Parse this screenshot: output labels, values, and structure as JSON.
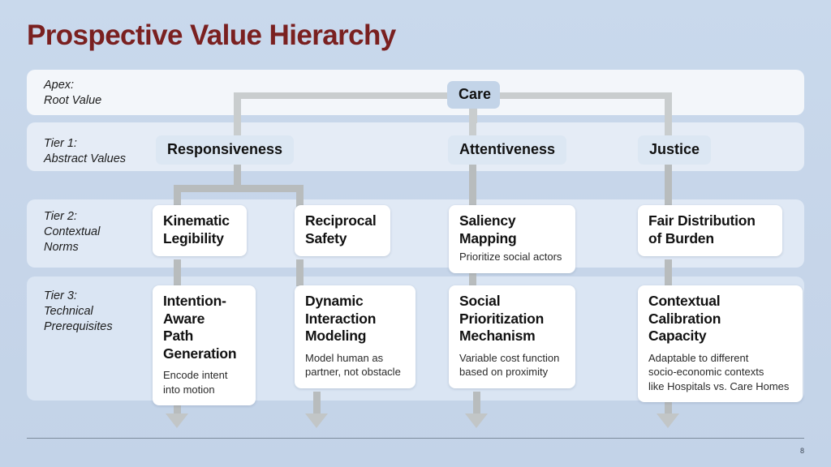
{
  "slide": {
    "title": "Prospective Value Hierarchy",
    "page_number": "8",
    "accent_title_color": "#7a2020",
    "background_color": "#c6d5e9",
    "connector_color": "#b8bcbd"
  },
  "rows": {
    "apex": {
      "label": "Apex:\nRoot Value"
    },
    "tier1": {
      "label": "Tier 1:\nAbstract Values"
    },
    "tier2": {
      "label": "Tier 2:\nContextual\nNorms"
    },
    "tier3": {
      "label": "Tier 3:\nTechnical\nPrerequisites"
    }
  },
  "apex_node": {
    "label": "Care"
  },
  "tier1_nodes": [
    {
      "label": "Responsiveness"
    },
    {
      "label": "Attentiveness"
    },
    {
      "label": "Justice"
    }
  ],
  "tier2_nodes": [
    {
      "title": "Kinematic\nLegibility",
      "subtitle": ""
    },
    {
      "title": "Reciprocal\nSafety",
      "subtitle": ""
    },
    {
      "title": "Saliency\nMapping",
      "subtitle": "Prioritize social actors"
    },
    {
      "title": "Fair Distribution\nof Burden",
      "subtitle": ""
    }
  ],
  "tier3_nodes": [
    {
      "title": "Intention-\nAware\nPath\nGeneration",
      "subtitle": "Encode intent\ninto motion"
    },
    {
      "title": "Dynamic\nInteraction\nModeling",
      "subtitle": "Model human as\npartner, not obstacle"
    },
    {
      "title": "Social\nPrioritization\nMechanism",
      "subtitle": "Variable cost function\nbased on proximity"
    },
    {
      "title": "Contextual\nCalibration\nCapacity",
      "subtitle": "Adaptable to different\nsocio-economic contexts\nlike Hospitals vs. Care Homes"
    }
  ]
}
